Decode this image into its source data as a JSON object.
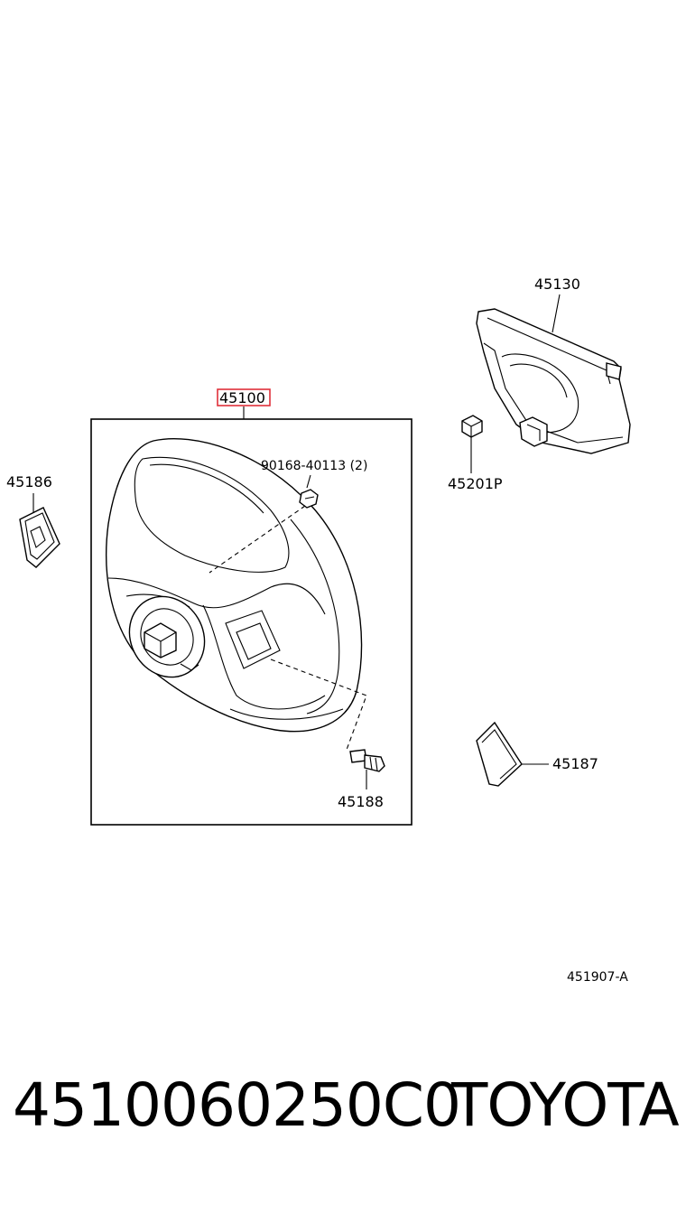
{
  "callouts": {
    "p45130": "45130",
    "p45100": "45100",
    "p45186": "45186",
    "p90168": "90168-40113 (2)",
    "p45201p": "45201P",
    "p45187": "45187",
    "p45188": "45188",
    "ref": "451907-A"
  },
  "footer": {
    "part_number": "4510060250C0",
    "brand": "TOYOTA"
  },
  "colors": {
    "highlight": "#e0303a"
  }
}
